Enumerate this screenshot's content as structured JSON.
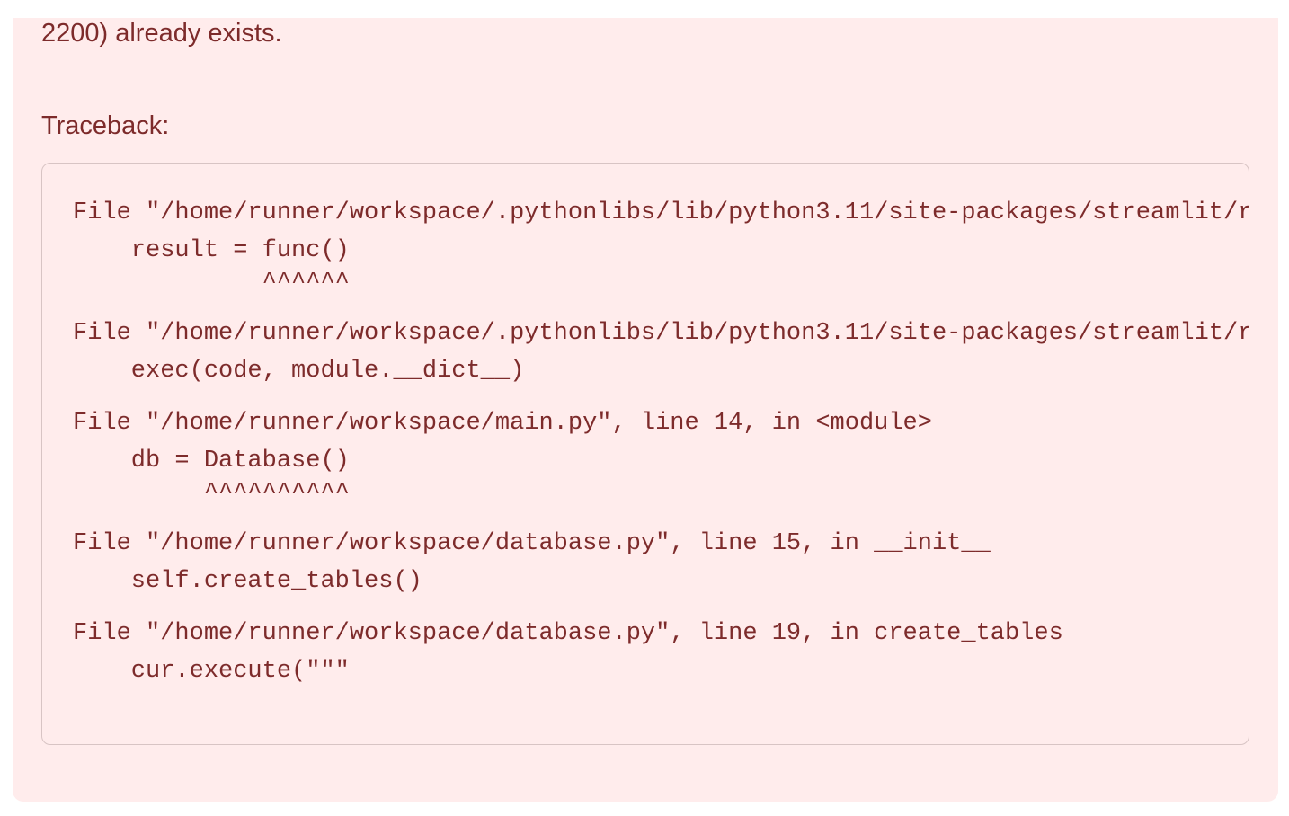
{
  "error": {
    "message_tail": "2200) already exists.",
    "traceback_label": "Traceback:"
  },
  "traceback": {
    "frames": [
      {
        "file_line": "File \"/home/runner/workspace/.pythonlibs/lib/python3.11/site-packages/streamlit/runtime/scriptrunner/exec_code.py\"",
        "code": "    result = func()",
        "caret": "             ^^^^^^"
      },
      {
        "file_line": "File \"/home/runner/workspace/.pythonlibs/lib/python3.11/site-packages/streamlit/runtime/scriptrunner/script_runner.py\"",
        "code": "    exec(code, module.__dict__)",
        "caret": ""
      },
      {
        "file_line": "File \"/home/runner/workspace/main.py\", line 14, in <module>",
        "code": "    db = Database()",
        "caret": "         ^^^^^^^^^^"
      },
      {
        "file_line": "File \"/home/runner/workspace/database.py\", line 15, in __init__",
        "code": "    self.create_tables()",
        "caret": ""
      },
      {
        "file_line": "File \"/home/runner/workspace/database.py\", line 19, in create_tables",
        "code": "    cur.execute(\"\"\"",
        "caret": ""
      }
    ]
  }
}
